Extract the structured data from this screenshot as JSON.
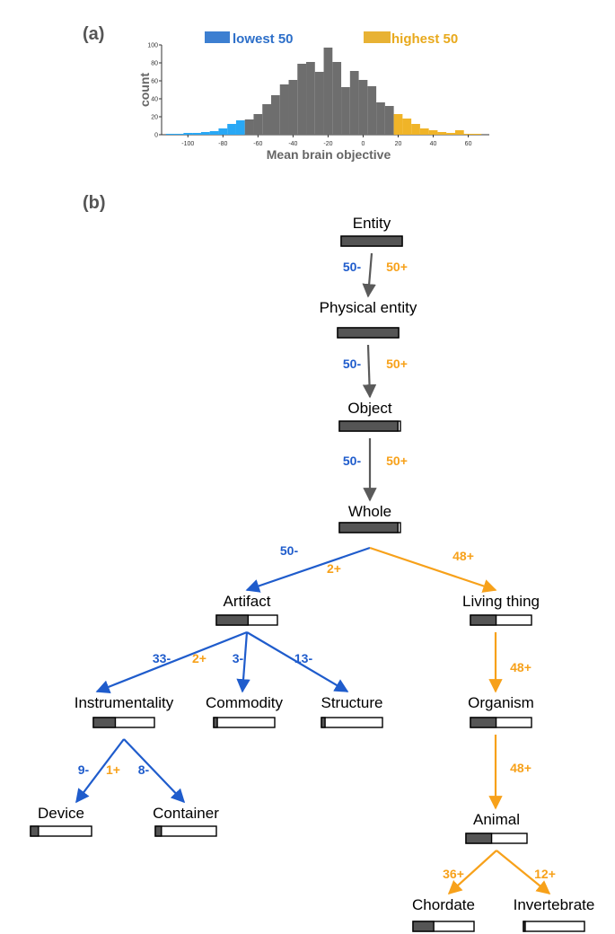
{
  "colors": {
    "low": "#1f5ccc",
    "high": "#f7a11a",
    "hist_low": "#29a8f5",
    "hist_mid": "#6e6e6e",
    "hist_high": "#f0b428",
    "legend_low": "#3d7fd1",
    "legend_high": "#e8b234",
    "neutral": "#5a5a5a",
    "bar_fill": "#555555"
  },
  "panel_a": {
    "label": "(a)",
    "legend": {
      "low": "lowest 50",
      "high": "highest 50"
    },
    "chart_data": {
      "type": "bar",
      "xlabel": "Mean brain objective",
      "ylabel": "count",
      "xlim": [
        -115,
        72
      ],
      "ylim": [
        0,
        100
      ],
      "x_ticks": [
        "-100",
        "-80",
        "-60",
        "-40",
        "-20",
        "0",
        "20",
        "40",
        "60"
      ],
      "y_ticks": [
        "0",
        "20",
        "40",
        "60",
        "80",
        "100"
      ],
      "bin_width": 5,
      "bins": [
        {
          "x": -110,
          "count": 1,
          "group": "low"
        },
        {
          "x": -105,
          "count": 1,
          "group": "low"
        },
        {
          "x": -100,
          "count": 2,
          "group": "low"
        },
        {
          "x": -95,
          "count": 2,
          "group": "low"
        },
        {
          "x": -90,
          "count": 3,
          "group": "low"
        },
        {
          "x": -85,
          "count": 4,
          "group": "low"
        },
        {
          "x": -80,
          "count": 7,
          "group": "low"
        },
        {
          "x": -75,
          "count": 12,
          "group": "low"
        },
        {
          "x": -70,
          "count": 16,
          "group": "low"
        },
        {
          "x": -65,
          "count": 17,
          "group": "mid"
        },
        {
          "x": -60,
          "count": 23,
          "group": "mid"
        },
        {
          "x": -55,
          "count": 34,
          "group": "mid"
        },
        {
          "x": -50,
          "count": 44,
          "group": "mid"
        },
        {
          "x": -45,
          "count": 56,
          "group": "mid"
        },
        {
          "x": -40,
          "count": 61,
          "group": "mid"
        },
        {
          "x": -35,
          "count": 79,
          "group": "mid"
        },
        {
          "x": -30,
          "count": 81,
          "group": "mid"
        },
        {
          "x": -25,
          "count": 70,
          "group": "mid"
        },
        {
          "x": -20,
          "count": 97,
          "group": "mid"
        },
        {
          "x": -15,
          "count": 81,
          "group": "mid"
        },
        {
          "x": -10,
          "count": 53,
          "group": "mid"
        },
        {
          "x": -5,
          "count": 71,
          "group": "mid"
        },
        {
          "x": 0,
          "count": 61,
          "group": "mid"
        },
        {
          "x": 5,
          "count": 54,
          "group": "mid"
        },
        {
          "x": 10,
          "count": 36,
          "group": "mid"
        },
        {
          "x": 15,
          "count": 32,
          "group": "mid"
        },
        {
          "x": 20,
          "count": 23,
          "group": "high"
        },
        {
          "x": 25,
          "count": 18,
          "group": "high"
        },
        {
          "x": 30,
          "count": 12,
          "group": "high"
        },
        {
          "x": 35,
          "count": 7,
          "group": "high"
        },
        {
          "x": 40,
          "count": 5,
          "group": "high"
        },
        {
          "x": 45,
          "count": 3,
          "group": "high"
        },
        {
          "x": 50,
          "count": 2,
          "group": "high"
        },
        {
          "x": 55,
          "count": 5,
          "group": "high"
        },
        {
          "x": 60,
          "count": 1,
          "group": "high"
        },
        {
          "x": 65,
          "count": 1,
          "group": "high"
        }
      ]
    }
  },
  "panel_b": {
    "label": "(b)",
    "nodes": [
      {
        "id": "entity",
        "label": "Entity",
        "fill": 1.0
      },
      {
        "id": "physical_entity",
        "label": "Physical entity",
        "fill": 1.0
      },
      {
        "id": "object",
        "label": "Object",
        "fill": 0.96
      },
      {
        "id": "whole",
        "label": "Whole",
        "fill": 0.96
      },
      {
        "id": "artifact",
        "label": "Artifact",
        "fill": 0.52
      },
      {
        "id": "living_thing",
        "label": "Living thing",
        "fill": 0.42
      },
      {
        "id": "instrumentality",
        "label": "Instrumentality",
        "fill": 0.36
      },
      {
        "id": "commodity",
        "label": "Commodity",
        "fill": 0.06
      },
      {
        "id": "structure",
        "label": "Structure",
        "fill": 0.06
      },
      {
        "id": "organism",
        "label": "Organism",
        "fill": 0.42
      },
      {
        "id": "device",
        "label": "Device",
        "fill": 0.13
      },
      {
        "id": "container",
        "label": "Container",
        "fill": 0.1
      },
      {
        "id": "animal",
        "label": "Animal",
        "fill": 0.42
      },
      {
        "id": "chordate",
        "label": "Chordate",
        "fill": 0.34
      },
      {
        "id": "invertebrate",
        "label": "Invertebrate",
        "fill": 0.02
      }
    ],
    "edges": [
      {
        "from": "entity",
        "to": "physical_entity",
        "color": "neutral",
        "minus": "50-",
        "plus": "50+"
      },
      {
        "from": "physical_entity",
        "to": "object",
        "color": "neutral",
        "minus": "50-",
        "plus": "50+"
      },
      {
        "from": "object",
        "to": "whole",
        "color": "neutral",
        "minus": "50-",
        "plus": "50+"
      },
      {
        "from": "whole",
        "to": "artifact",
        "color": "low",
        "minus": "50-",
        "plus": "2+"
      },
      {
        "from": "whole",
        "to": "living_thing",
        "color": "high",
        "minus": "",
        "plus": "48+"
      },
      {
        "from": "artifact",
        "to": "instrumentality",
        "color": "low",
        "minus": "33-",
        "plus": "2+"
      },
      {
        "from": "artifact",
        "to": "commodity",
        "color": "low",
        "minus": "3-",
        "plus": ""
      },
      {
        "from": "artifact",
        "to": "structure",
        "color": "low",
        "minus": "13-",
        "plus": ""
      },
      {
        "from": "living_thing",
        "to": "organism",
        "color": "high",
        "minus": "",
        "plus": "48+"
      },
      {
        "from": "instrumentality",
        "to": "device",
        "color": "low",
        "minus": "9-",
        "plus": "1+"
      },
      {
        "from": "instrumentality",
        "to": "container",
        "color": "low",
        "minus": "8-",
        "plus": ""
      },
      {
        "from": "organism",
        "to": "animal",
        "color": "high",
        "minus": "",
        "plus": "48+"
      },
      {
        "from": "animal",
        "to": "chordate",
        "color": "high",
        "minus": "",
        "plus": "36+"
      },
      {
        "from": "animal",
        "to": "invertebrate",
        "color": "high",
        "minus": "",
        "plus": "12+"
      }
    ]
  }
}
